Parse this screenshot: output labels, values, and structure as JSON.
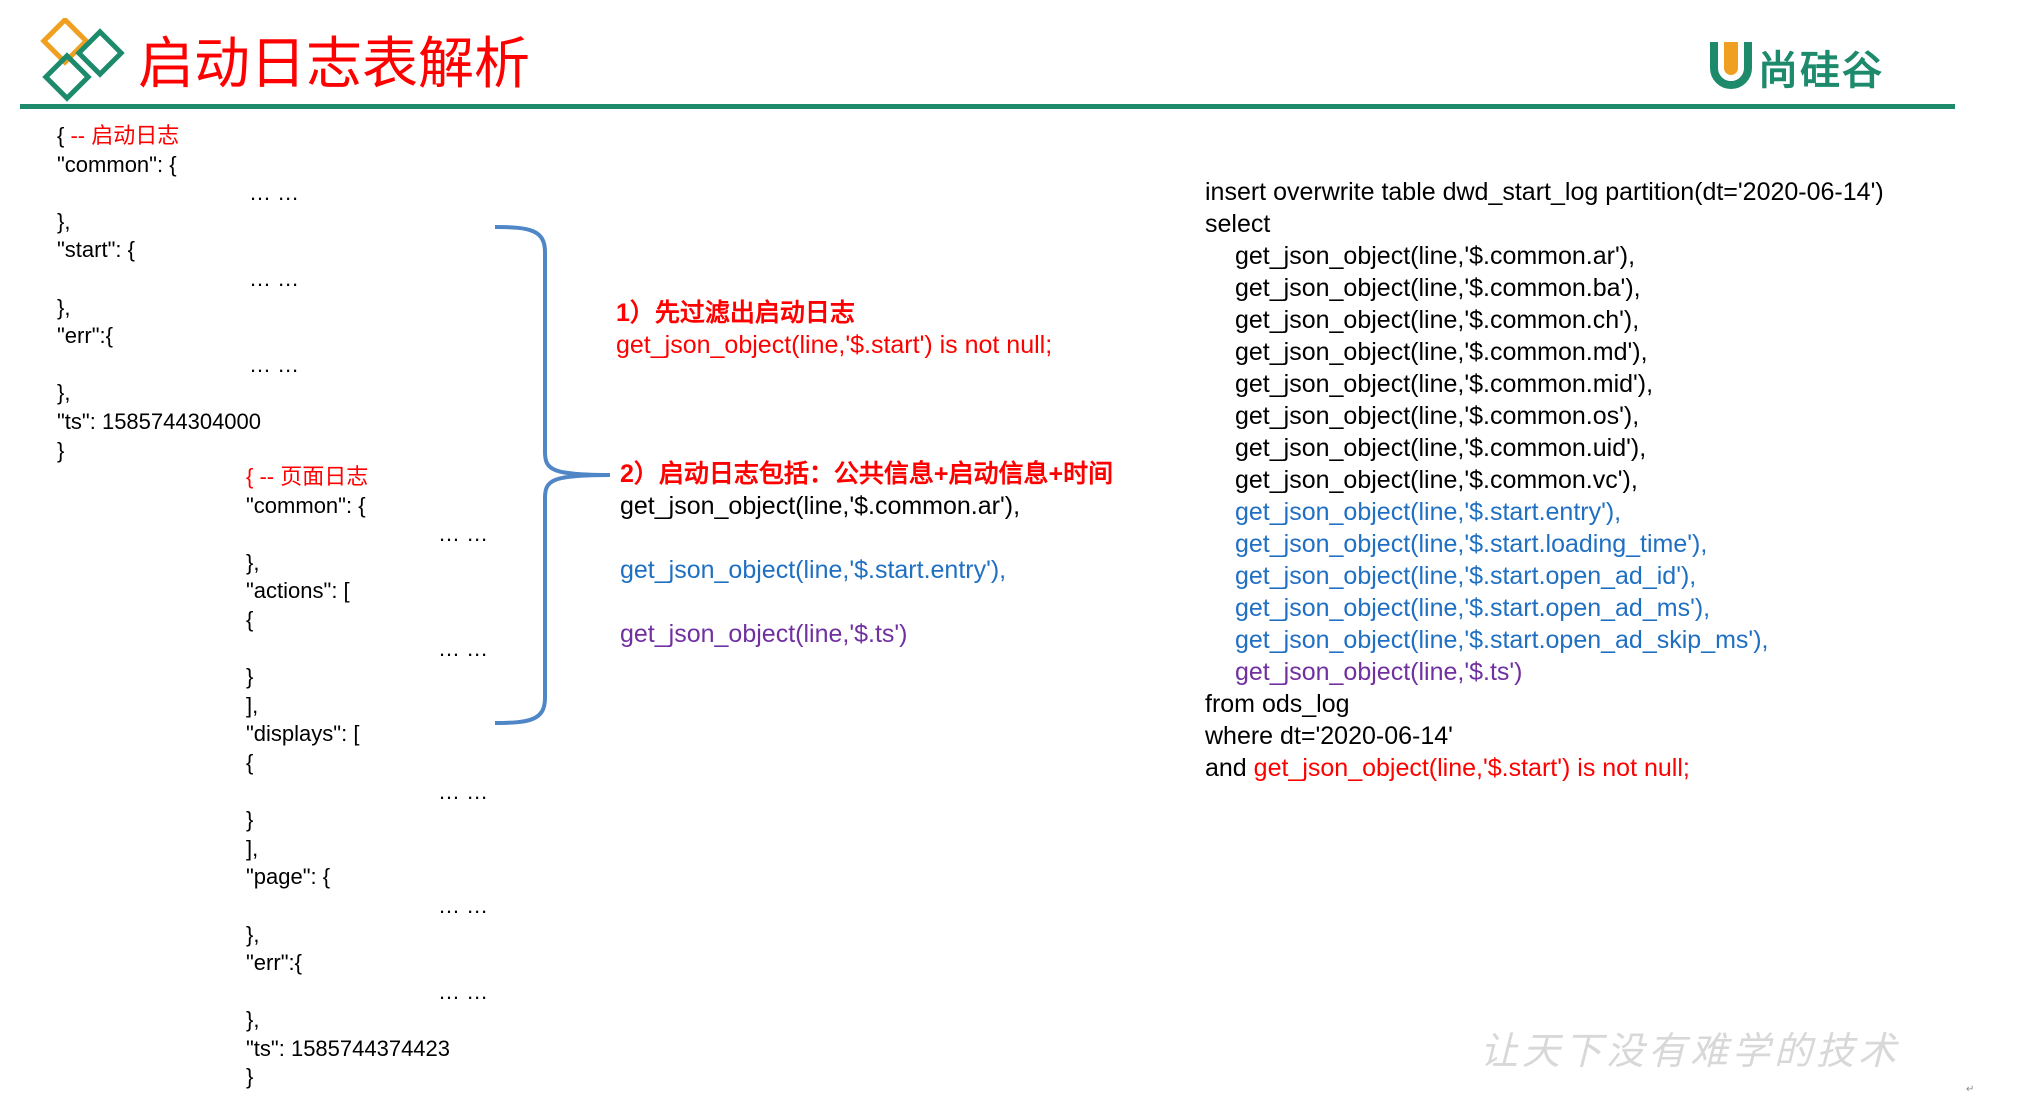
{
  "header": {
    "title": "启动日志表解析",
    "logo_text": "尚硅谷",
    "logo_letter": "U"
  },
  "json_example": {
    "start_log": [
      {
        "indent": 0,
        "parts": [
          {
            "t": "{ ",
            "c": "black"
          },
          {
            "t": "-- 启动日志",
            "c": "red"
          }
        ]
      },
      {
        "indent": 0,
        "parts": [
          {
            "t": "\"common\": {",
            "c": "black"
          }
        ]
      },
      {
        "indent": 2,
        "parts": [
          {
            "t": "… …",
            "c": "black"
          }
        ]
      },
      {
        "indent": 0,
        "parts": [
          {
            "t": "},",
            "c": "black"
          }
        ]
      },
      {
        "indent": 0,
        "parts": [
          {
            "t": "\"start\": {",
            "c": "black"
          }
        ]
      },
      {
        "indent": 2,
        "parts": [
          {
            "t": "… …",
            "c": "black"
          }
        ]
      },
      {
        "indent": 0,
        "parts": [
          {
            "t": "},",
            "c": "black"
          }
        ]
      },
      {
        "indent": 0,
        "parts": [
          {
            "t": "\"err\":{",
            "c": "black"
          }
        ]
      },
      {
        "indent": 2,
        "parts": [
          {
            "t": "… …",
            "c": "black"
          }
        ]
      },
      {
        "indent": 0,
        "parts": [
          {
            "t": "},",
            "c": "black"
          }
        ]
      },
      {
        "indent": 0,
        "parts": [
          {
            "t": "\"ts\": 1585744304000",
            "c": "black"
          }
        ]
      },
      {
        "indent": 0,
        "parts": [
          {
            "t": "}",
            "c": "black"
          }
        ]
      }
    ],
    "page_log": [
      {
        "indent": 0,
        "parts": [
          {
            "t": "{ -- 页面日志",
            "c": "red"
          }
        ]
      },
      {
        "indent": 0,
        "parts": [
          {
            "t": "\"common\": {",
            "c": "black"
          }
        ]
      },
      {
        "indent": 2,
        "parts": [
          {
            "t": "… …",
            "c": "black"
          }
        ]
      },
      {
        "indent": 0,
        "parts": [
          {
            "t": "},",
            "c": "black"
          }
        ]
      },
      {
        "indent": 0,
        "parts": [
          {
            "t": "\"actions\": [",
            "c": "black"
          }
        ]
      },
      {
        "indent": 0,
        "parts": [
          {
            "t": "{",
            "c": "black"
          }
        ]
      },
      {
        "indent": 2,
        "parts": [
          {
            "t": "… …",
            "c": "black"
          }
        ]
      },
      {
        "indent": 0,
        "parts": [
          {
            "t": "}",
            "c": "black"
          }
        ]
      },
      {
        "indent": 0,
        "parts": [
          {
            "t": "],",
            "c": "black"
          }
        ]
      },
      {
        "indent": 0,
        "parts": [
          {
            "t": "\"displays\": [",
            "c": "black"
          }
        ]
      },
      {
        "indent": 0,
        "parts": [
          {
            "t": "{",
            "c": "black"
          }
        ]
      },
      {
        "indent": 2,
        "parts": [
          {
            "t": "… …",
            "c": "black"
          }
        ]
      },
      {
        "indent": 0,
        "parts": [
          {
            "t": "}",
            "c": "black"
          }
        ]
      },
      {
        "indent": 0,
        "parts": [
          {
            "t": "],",
            "c": "black"
          }
        ]
      },
      {
        "indent": 0,
        "parts": [
          {
            "t": "\"page\": {",
            "c": "black"
          }
        ]
      },
      {
        "indent": 2,
        "parts": [
          {
            "t": "… …",
            "c": "black"
          }
        ]
      },
      {
        "indent": 0,
        "parts": [
          {
            "t": "},",
            "c": "black"
          }
        ]
      },
      {
        "indent": 0,
        "parts": [
          {
            "t": "\"err\":{",
            "c": "black"
          }
        ]
      },
      {
        "indent": 2,
        "parts": [
          {
            "t": "… …",
            "c": "black"
          }
        ]
      },
      {
        "indent": 0,
        "parts": [
          {
            "t": "},",
            "c": "black"
          }
        ]
      },
      {
        "indent": 0,
        "parts": [
          {
            "t": "\"ts\": 1585744374423",
            "c": "black"
          }
        ]
      },
      {
        "indent": 0,
        "parts": [
          {
            "t": "}",
            "c": "black"
          }
        ]
      }
    ]
  },
  "notes": {
    "step1_title": "1）先过滤出启动日志",
    "step1_code": "get_json_object(line,'$.start') is not null;",
    "step2_title": "2）启动日志包括：公共信息+启动信息+时间",
    "step2_common": "get_json_object(line,'$.common.ar'),",
    "step2_start": "get_json_object(line,'$.start.entry'),",
    "step2_ts": "get_json_object(line,'$.ts')"
  },
  "sql": [
    {
      "indent": 0,
      "parts": [
        {
          "t": "insert overwrite table dwd_start_log partition(dt='2020-06-14')",
          "c": "black"
        }
      ]
    },
    {
      "indent": 0,
      "parts": [
        {
          "t": "select",
          "c": "black"
        }
      ]
    },
    {
      "indent": 1,
      "parts": [
        {
          "t": "get_json_object(line,'$.common.ar'),",
          "c": "black"
        }
      ]
    },
    {
      "indent": 1,
      "parts": [
        {
          "t": "get_json_object(line,'$.common.ba'),",
          "c": "black"
        }
      ]
    },
    {
      "indent": 1,
      "parts": [
        {
          "t": "get_json_object(line,'$.common.ch'),",
          "c": "black"
        }
      ]
    },
    {
      "indent": 1,
      "parts": [
        {
          "t": "get_json_object(line,'$.common.md'),",
          "c": "black"
        }
      ]
    },
    {
      "indent": 1,
      "parts": [
        {
          "t": "get_json_object(line,'$.common.mid'),",
          "c": "black"
        }
      ]
    },
    {
      "indent": 1,
      "parts": [
        {
          "t": "get_json_object(line,'$.common.os'),",
          "c": "black"
        }
      ]
    },
    {
      "indent": 1,
      "parts": [
        {
          "t": "get_json_object(line,'$.common.uid'),",
          "c": "black"
        }
      ]
    },
    {
      "indent": 1,
      "parts": [
        {
          "t": "get_json_object(line,'$.common.vc'),",
          "c": "black"
        }
      ]
    },
    {
      "indent": 1,
      "parts": [
        {
          "t": "get_json_object(line,'$.start.entry'),",
          "c": "blue"
        }
      ]
    },
    {
      "indent": 1,
      "parts": [
        {
          "t": "get_json_object(line,'$.start.loading_time'),",
          "c": "blue"
        }
      ]
    },
    {
      "indent": 1,
      "parts": [
        {
          "t": "get_json_object(line,'$.start.open_ad_id'),",
          "c": "blue"
        }
      ]
    },
    {
      "indent": 1,
      "parts": [
        {
          "t": "get_json_object(line,'$.start.open_ad_ms'),",
          "c": "blue"
        }
      ]
    },
    {
      "indent": 1,
      "parts": [
        {
          "t": "get_json_object(line,'$.start.open_ad_skip_ms'),",
          "c": "blue"
        }
      ]
    },
    {
      "indent": 1,
      "parts": [
        {
          "t": "get_json_object(line,'$.ts')",
          "c": "purple"
        }
      ]
    },
    {
      "indent": 0,
      "parts": [
        {
          "t": "from ods_log",
          "c": "black"
        }
      ]
    },
    {
      "indent": 0,
      "parts": [
        {
          "t": "where dt='2020-06-14'",
          "c": "black"
        }
      ]
    },
    {
      "indent": 0,
      "parts": [
        {
          "t": "and ",
          "c": "black"
        },
        {
          "t": "get_json_object(line,'$.start') is not null;",
          "c": "red"
        }
      ]
    }
  ],
  "footer": {
    "slogan": "让天下没有难学的技术",
    "corner_mark": "↵"
  },
  "colors": {
    "accent_green": "#1c8a6b",
    "logo_orange": "#f0a020",
    "red": "#ff0000",
    "blue": "#1f6fc2",
    "purple": "#7030a0",
    "bracket_blue": "#4f86c6"
  }
}
